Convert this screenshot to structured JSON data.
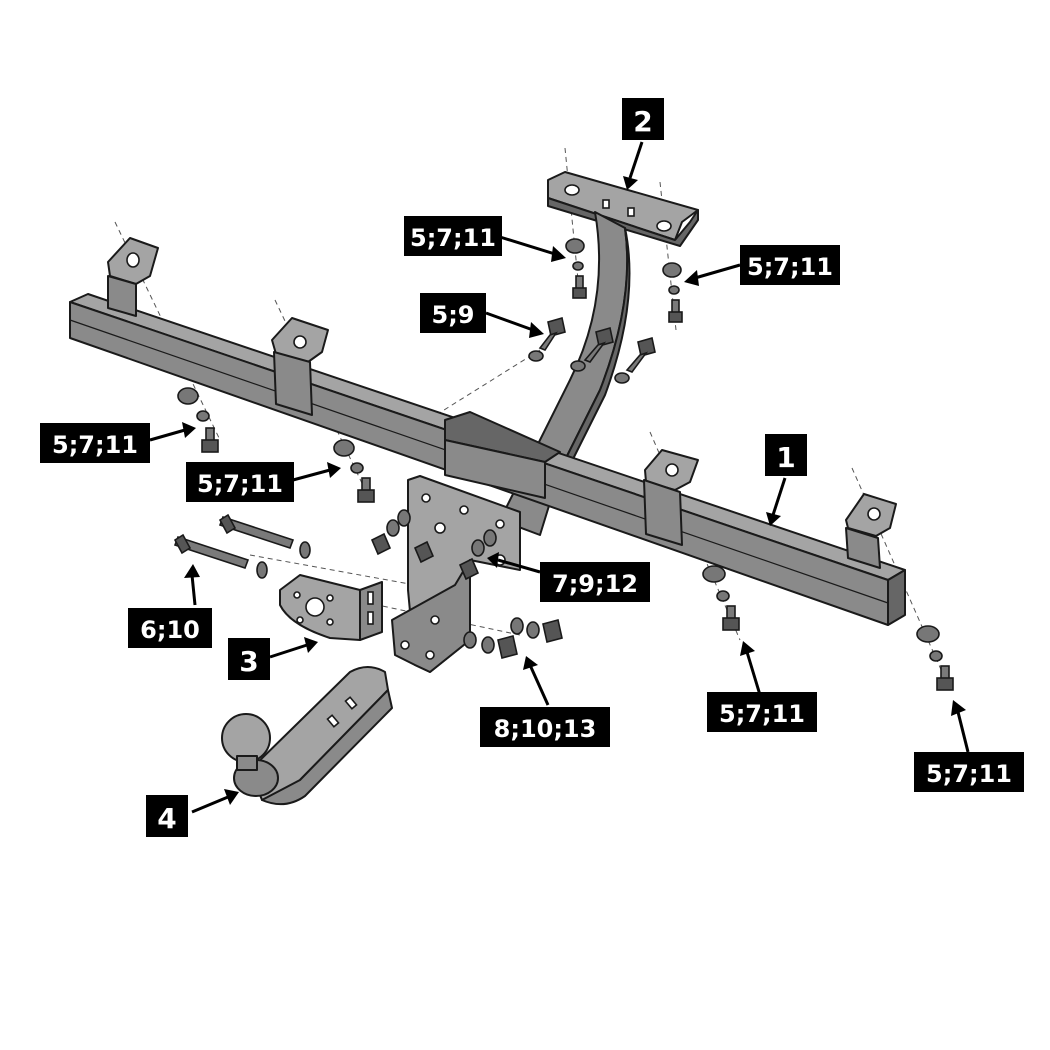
{
  "callouts": [
    {
      "id": "c1",
      "text": "1"
    },
    {
      "id": "c2",
      "text": "2"
    },
    {
      "id": "c3",
      "text": "3"
    },
    {
      "id": "c4",
      "text": "4"
    },
    {
      "id": "c5",
      "text": "5;7;11"
    },
    {
      "id": "c6",
      "text": "5;7;11"
    },
    {
      "id": "c7",
      "text": "5;9"
    },
    {
      "id": "c8",
      "text": "5;7;11"
    },
    {
      "id": "c9",
      "text": "5;7;11"
    },
    {
      "id": "c10",
      "text": "6;10"
    },
    {
      "id": "c11",
      "text": "7;9;12"
    },
    {
      "id": "c12",
      "text": "8;10;13"
    },
    {
      "id": "c13",
      "text": "5;7;11"
    },
    {
      "id": "c14",
      "text": "5;7;11"
    }
  ],
  "colors": {
    "part_fill": "#8a8a8a",
    "outline": "#1a1a1a",
    "callout": "#000000"
  }
}
